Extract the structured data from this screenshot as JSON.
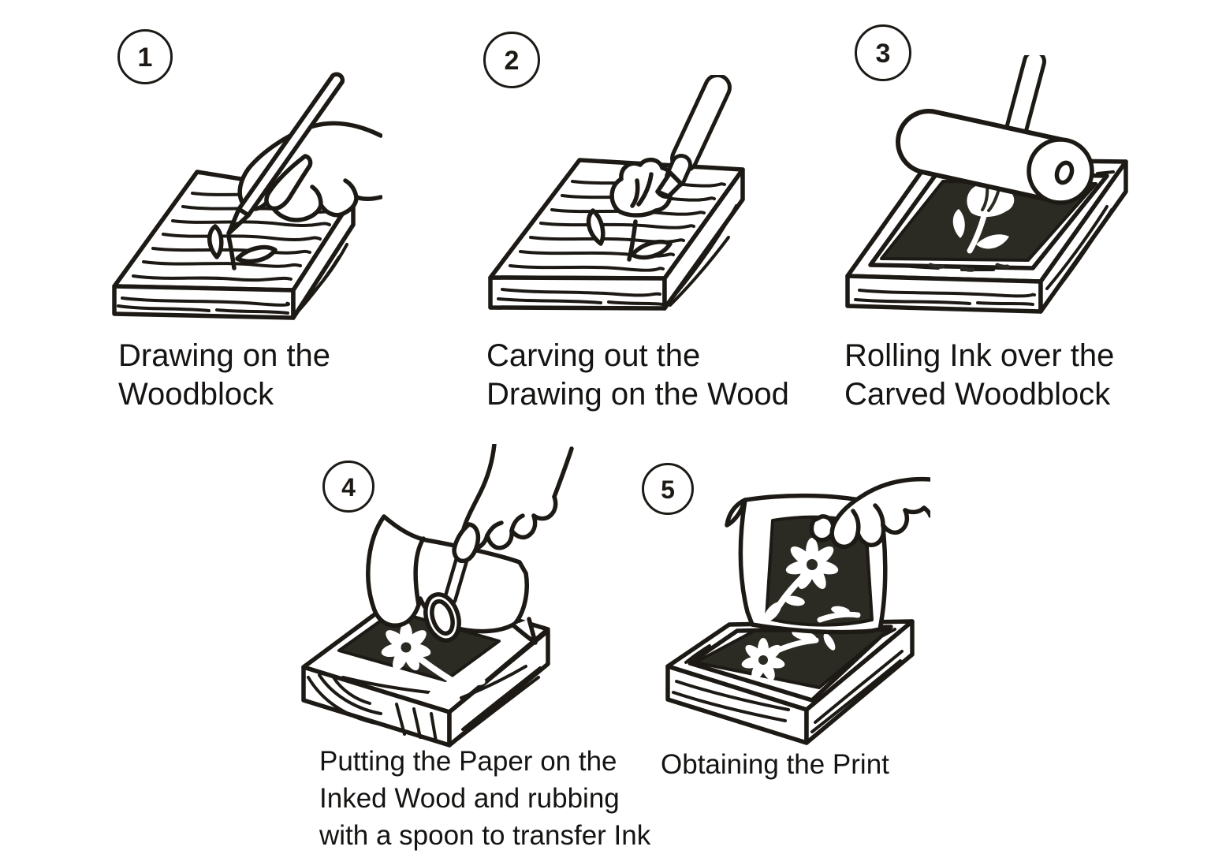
{
  "page": {
    "title": "Woodblock printing process diagram",
    "background": "#ffffff"
  },
  "style": {
    "line_color": "#1d1a16",
    "ink_color": "#2b2a23",
    "text_color": "#161412"
  },
  "steps": [
    {
      "number": "1",
      "caption": "Drawing on the\nWoodblock",
      "icon": "hand-drawing-pencil-on-woodblock"
    },
    {
      "number": "2",
      "caption": "Carving out the\nDrawing on the Wood",
      "icon": "carving-gouge-on-woodblock"
    },
    {
      "number": "3",
      "caption": "Rolling Ink over the\nCarved Woodblock",
      "icon": "ink-roller-on-woodblock"
    },
    {
      "number": "4",
      "caption": "Putting the Paper on the\nInked Wood and rubbing\nwith a spoon to transfer Ink",
      "icon": "spoon-rubbing-paper-on-inked-block"
    },
    {
      "number": "5",
      "caption": "Obtaining the Print",
      "icon": "hand-lifting-print-from-block"
    }
  ]
}
